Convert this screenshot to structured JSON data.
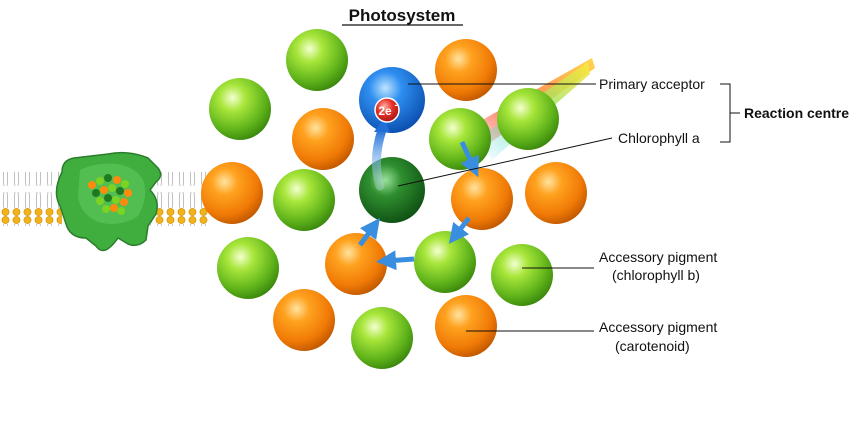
{
  "title": "Photosystem",
  "labels": {
    "primary_acceptor": "Primary acceptor",
    "chlorophyll_a": "Chlorophyll a",
    "reaction_centre": "Reaction centre",
    "accessory_chl_b_line1": "Accessory pigment",
    "accessory_chl_b_line2": "(chlorophyll b)",
    "accessory_carotenoid_line1": "Accessory pigment",
    "accessory_carotenoid_line2": "(carotenoid)",
    "electrons": "2e",
    "electron_charge": "-"
  },
  "colors": {
    "chlorophyll_b": "#7cd321",
    "carotenoid": "#ff8a0c",
    "chlorophyll_a": "#1f7a1f",
    "primary_acceptor": "#2f86e6",
    "energy_arrow": "#3a8ee0",
    "membrane_protein": "#3fae3f",
    "electron_badge": "#e8342c"
  },
  "icons": {
    "electron_path": "curved-blue-arrow",
    "light_rays": "rainbow-light-beam",
    "membrane": "lipid-bilayer"
  }
}
